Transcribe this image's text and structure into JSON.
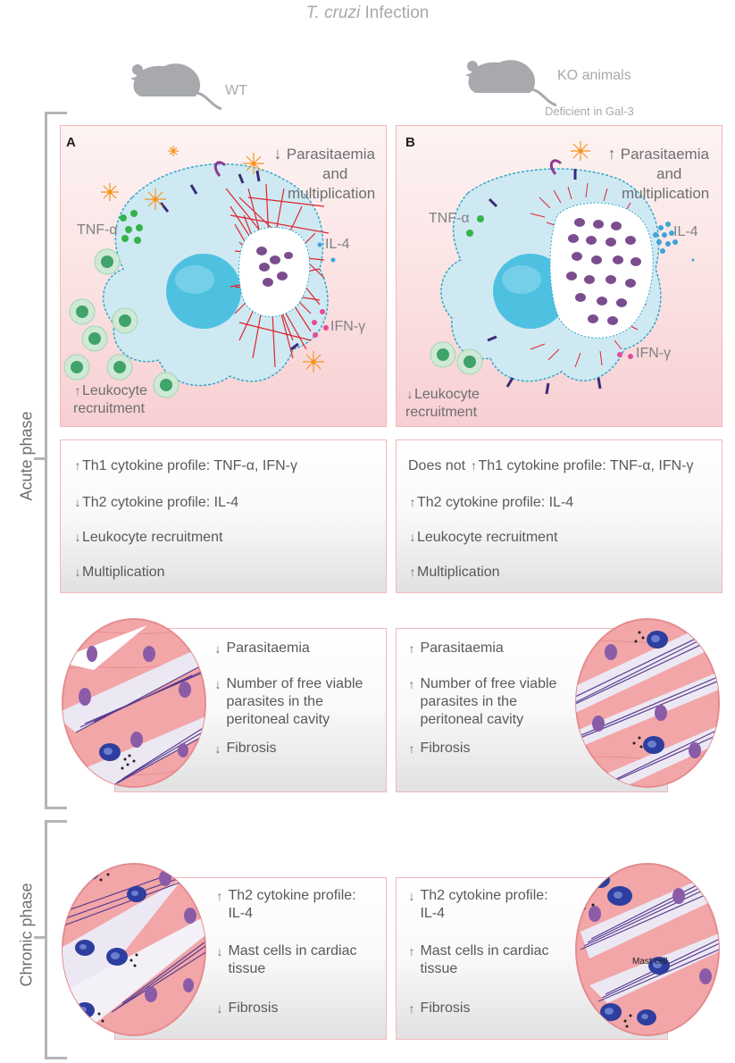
{
  "title": {
    "italic": "T. cruzi",
    "rest": " Infection"
  },
  "wt": {
    "label": "WT"
  },
  "ko": {
    "label": "KO animals",
    "sublabel": "Deficient in Gal-3"
  },
  "phases": {
    "acute": "Acute phase",
    "chronic": "Chronic phase"
  },
  "panel_a": {
    "letter": "A",
    "parasitaemia_line1": "Parasitaemia",
    "parasitaemia_line2": "and",
    "parasitaemia_line3": "multiplication",
    "tnf": "TNF-α",
    "il4": "IL-4",
    "ifn": "IFN-γ",
    "leuko_line1": "Leukocyte",
    "leuko_line2": "recruitment",
    "arrow_parasitaemia": "↓",
    "arrow_leuko": "↑"
  },
  "panel_b": {
    "letter": "B",
    "parasitaemia_line1": "Parasitaemia",
    "parasitaemia_line2": "and",
    "parasitaemia_line3": "multiplication",
    "tnf": "TNF-α",
    "il4": "IL-4",
    "ifn": "IFN-γ",
    "leuko_line1": "Leukocyte",
    "leuko_line2": "recruitment",
    "arrow_parasitaemia": "↑",
    "arrow_leuko": "↓"
  },
  "acute_wt_box": {
    "prefix": "",
    "items": [
      {
        "arrow": "↑",
        "text": "Th1 cytokine profile: TNF-α, IFN-γ"
      },
      {
        "arrow": "↓",
        "text": "Th2 cytokine profile: IL-4"
      },
      {
        "arrow": "↓",
        "text": "Leukocyte recruitment"
      },
      {
        "arrow": "↓",
        "text": "Multiplication"
      }
    ]
  },
  "acute_ko_box": {
    "prefix": "Does not ",
    "items": [
      {
        "arrow": "↑",
        "text": "Th1 cytokine profile: TNF-α, IFN-γ"
      },
      {
        "arrow": "↑",
        "text": "Th2 cytokine profile: IL-4"
      },
      {
        "arrow": "↓",
        "text": "Leukocyte recruitment"
      },
      {
        "arrow": "↑",
        "text": "Multiplication"
      }
    ]
  },
  "tissue_wt_box": {
    "items": [
      {
        "arrow": "↓",
        "lines": [
          "Parasitaemia"
        ]
      },
      {
        "arrow": "↓",
        "lines": [
          "Number of free viable",
          "parasites in the",
          "peritoneal cavity"
        ]
      },
      {
        "arrow": "↓",
        "lines": [
          "Fibrosis"
        ]
      }
    ]
  },
  "tissue_ko_box": {
    "items": [
      {
        "arrow": "↑",
        "lines": [
          "Parasitaemia"
        ]
      },
      {
        "arrow": "↑",
        "lines": [
          "Number of free viable",
          "parasites in the",
          "peritoneal cavity"
        ]
      },
      {
        "arrow": "↑",
        "lines": [
          "Fibrosis"
        ]
      }
    ]
  },
  "chronic_wt_box": {
    "items": [
      {
        "arrow": "↑",
        "lines": [
          "Th2 cytokine profile:",
          "IL-4"
        ]
      },
      {
        "arrow": "↓",
        "lines": [
          "Mast cells in cardiac",
          "tissue"
        ]
      },
      {
        "arrow": "↓",
        "lines": [
          "Fibrosis"
        ]
      }
    ]
  },
  "chronic_ko_box": {
    "items": [
      {
        "arrow": "↓",
        "lines": [
          "Th2 cytokine profile:",
          "IL-4"
        ]
      },
      {
        "arrow": "↑",
        "lines": [
          "Mast cells in cardiac",
          "tissue"
        ]
      },
      {
        "arrow": "↑",
        "lines": [
          "Fibrosis"
        ]
      }
    ]
  },
  "mast_cell_label": "Mast cell",
  "colors": {
    "panel_pink": "#fbe1e2",
    "cell_blue": "#cfe9f3",
    "nucleus_blue": "#4fc1e0",
    "membrane": "#2fa9c9",
    "fiber_red": "#e0242b",
    "parasite": "#7b4d8f",
    "tissue_pink": "#f2a6a8",
    "mast_blue": "#2d3e9e",
    "leukocyte_green": "#9fd6b0",
    "cytokine_green": "#34b34a",
    "cytokine_blue": "#3fa3d6",
    "cytokine_pink": "#e44a9b",
    "tnf_orange": "#f7941d"
  }
}
